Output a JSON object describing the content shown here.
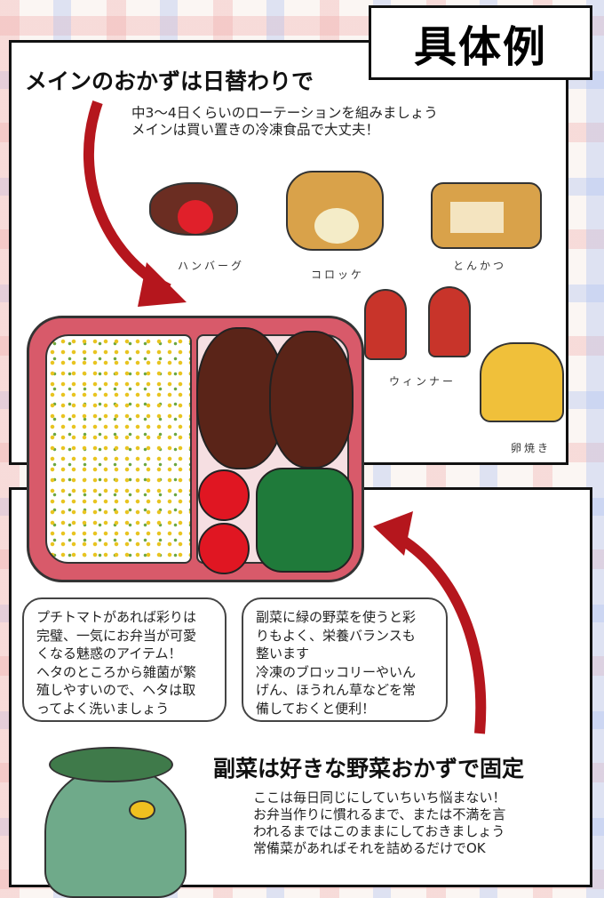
{
  "title": "具体例",
  "main_section": {
    "heading": "メインのおかずは日替わりで",
    "description": "中3〜4日くらいのローテーションを組みましょう\nメインは買い置きの冷凍食品で大丈夫！",
    "foods": [
      "ハンバーグ",
      "コロッケ",
      "とんかつ",
      "ウィンナー",
      "卵焼き"
    ]
  },
  "tomato_note": "プチトマトがあれば彩りは\n完璧、一気にお弁当が可愛\nくなる魅惑のアイテム！\nヘタのところから雑菌が繁\n殖しやすいので、ヘタは取\nってよく洗いましょう",
  "broccoli_note": "副菜に緑の野菜を使うと彩\nりもよく、栄養バランスも\n整います\n冷凍のブロッコリーやいん\nげん、ほうれん草などを常\n備しておくと便利！",
  "side_section": {
    "heading": "副菜は好きな野菜おかずで固定",
    "description": "ここは毎日同じにしていちいち悩まない！\nお弁当作りに慣れるまで、または不満を言\nわれるまではこのままにしておきましょう\n常備菜があればそれを詰めるだけでOK"
  }
}
